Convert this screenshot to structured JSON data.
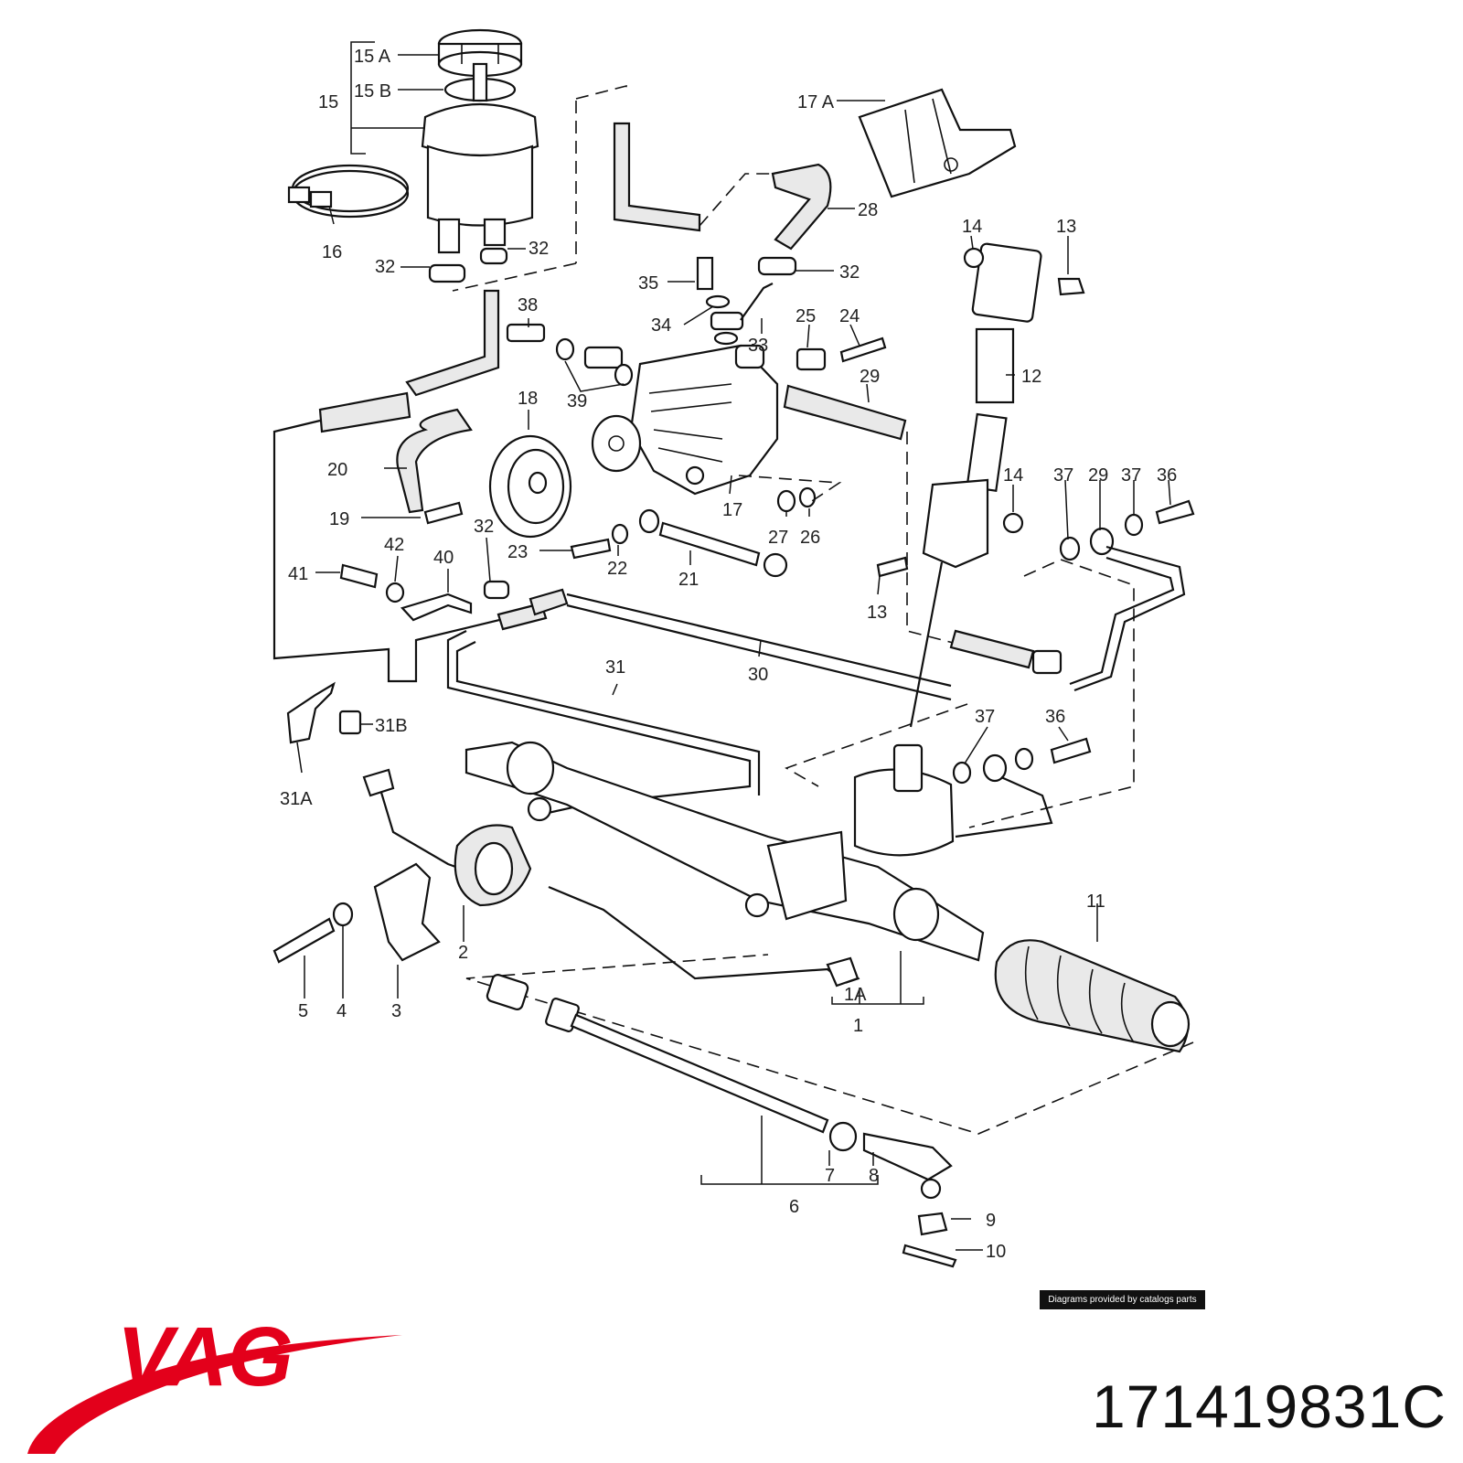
{
  "diagram": {
    "labels": [
      "1",
      "1A",
      "2",
      "3",
      "4",
      "5",
      "6",
      "7",
      "8",
      "9",
      "10",
      "11",
      "12",
      "13",
      "13",
      "14",
      "14",
      "15",
      "15 A",
      "15 B",
      "16",
      "17",
      "17 A",
      "18",
      "19",
      "20",
      "21",
      "22",
      "23",
      "24",
      "25",
      "26",
      "27",
      "28",
      "29",
      "29",
      "30",
      "31",
      "31A",
      "31B",
      "32",
      "32",
      "32",
      "32",
      "33",
      "34",
      "35",
      "36",
      "36",
      "37",
      "37",
      "37",
      "38",
      "39",
      "40",
      "41",
      "42"
    ]
  },
  "footer": {
    "credit": "Diagrams provided by catalogs parts",
    "brand": "VAG",
    "part_number": "171419831C"
  },
  "colors": {
    "brand": "#e3001b",
    "line": "#111111"
  }
}
